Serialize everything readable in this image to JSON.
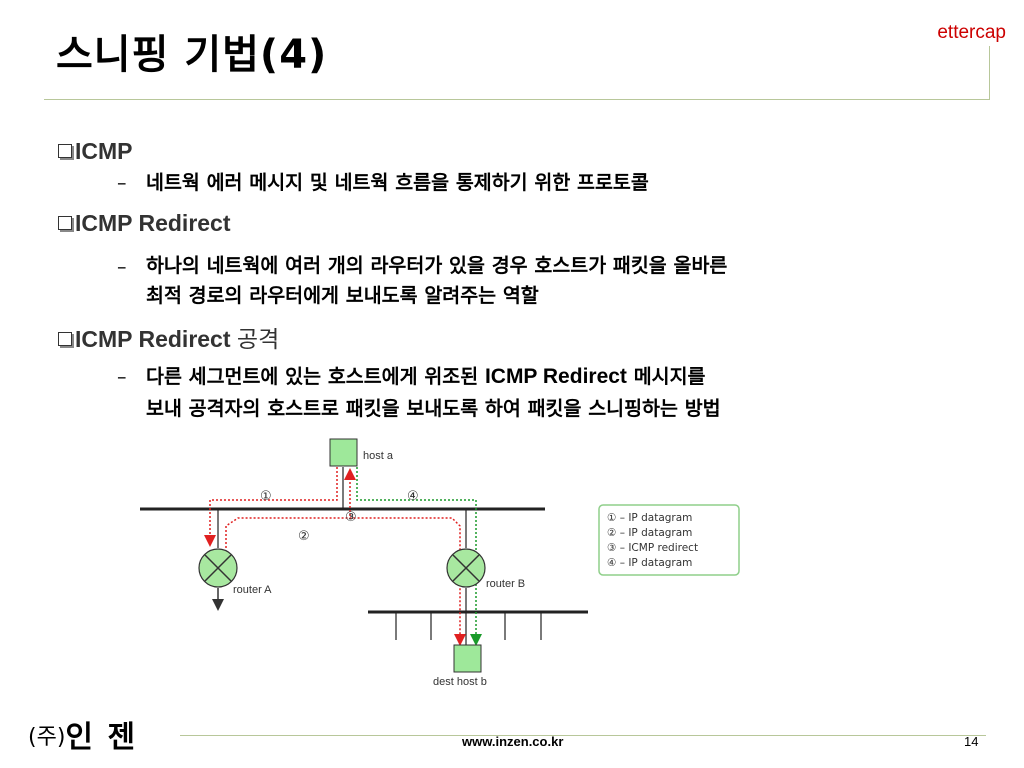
{
  "title": "스니핑 기법(4)",
  "topic": "ettercap",
  "bullets": [
    {
      "label": "ICMP",
      "sub": [
        "네트웍 에러 메시지 및 네트웍 흐름을 통제하기 위한 프로토콜"
      ]
    },
    {
      "label": "ICMP Redirect",
      "sub": [
        "하나의 네트웍에 여러 개의 라우터가 있을 경우 호스트가 패킷을 올바른",
        "최적 경로의 라우터에게 보내도록 알려주는 역할"
      ]
    },
    {
      "label": "ICMP Redirect",
      "label_suffix": "공격",
      "sub": [
        "다른 세그먼트에 있는 호스트에게 위조된",
        "ICMP Redirect",
        "메시지를",
        "보내 공격자의 호스트로 패킷을 보내도록 하여 패킷을 스니핑하는 방법"
      ]
    }
  ],
  "diagram": {
    "host_a": "host a",
    "router_a": "router A",
    "router_b": "router B",
    "dest_host_b": "dest host b",
    "markers": [
      "①",
      "②",
      "③",
      "④"
    ],
    "legend": [
      "① – IP datagram",
      "② – IP datagram",
      "③ – ICMP redirect",
      "④ – IP datagram"
    ],
    "colors": {
      "red_path": "#e02020",
      "green_path": "#1a9a2a",
      "node_fill": "#9ee89a",
      "router_fill": "#a8e8a0",
      "legend_border": "#8fcf8a"
    }
  },
  "footer": {
    "company_paren": "(주)",
    "company": "인 젠",
    "url": "www.inzen.co.kr",
    "page": "14"
  }
}
